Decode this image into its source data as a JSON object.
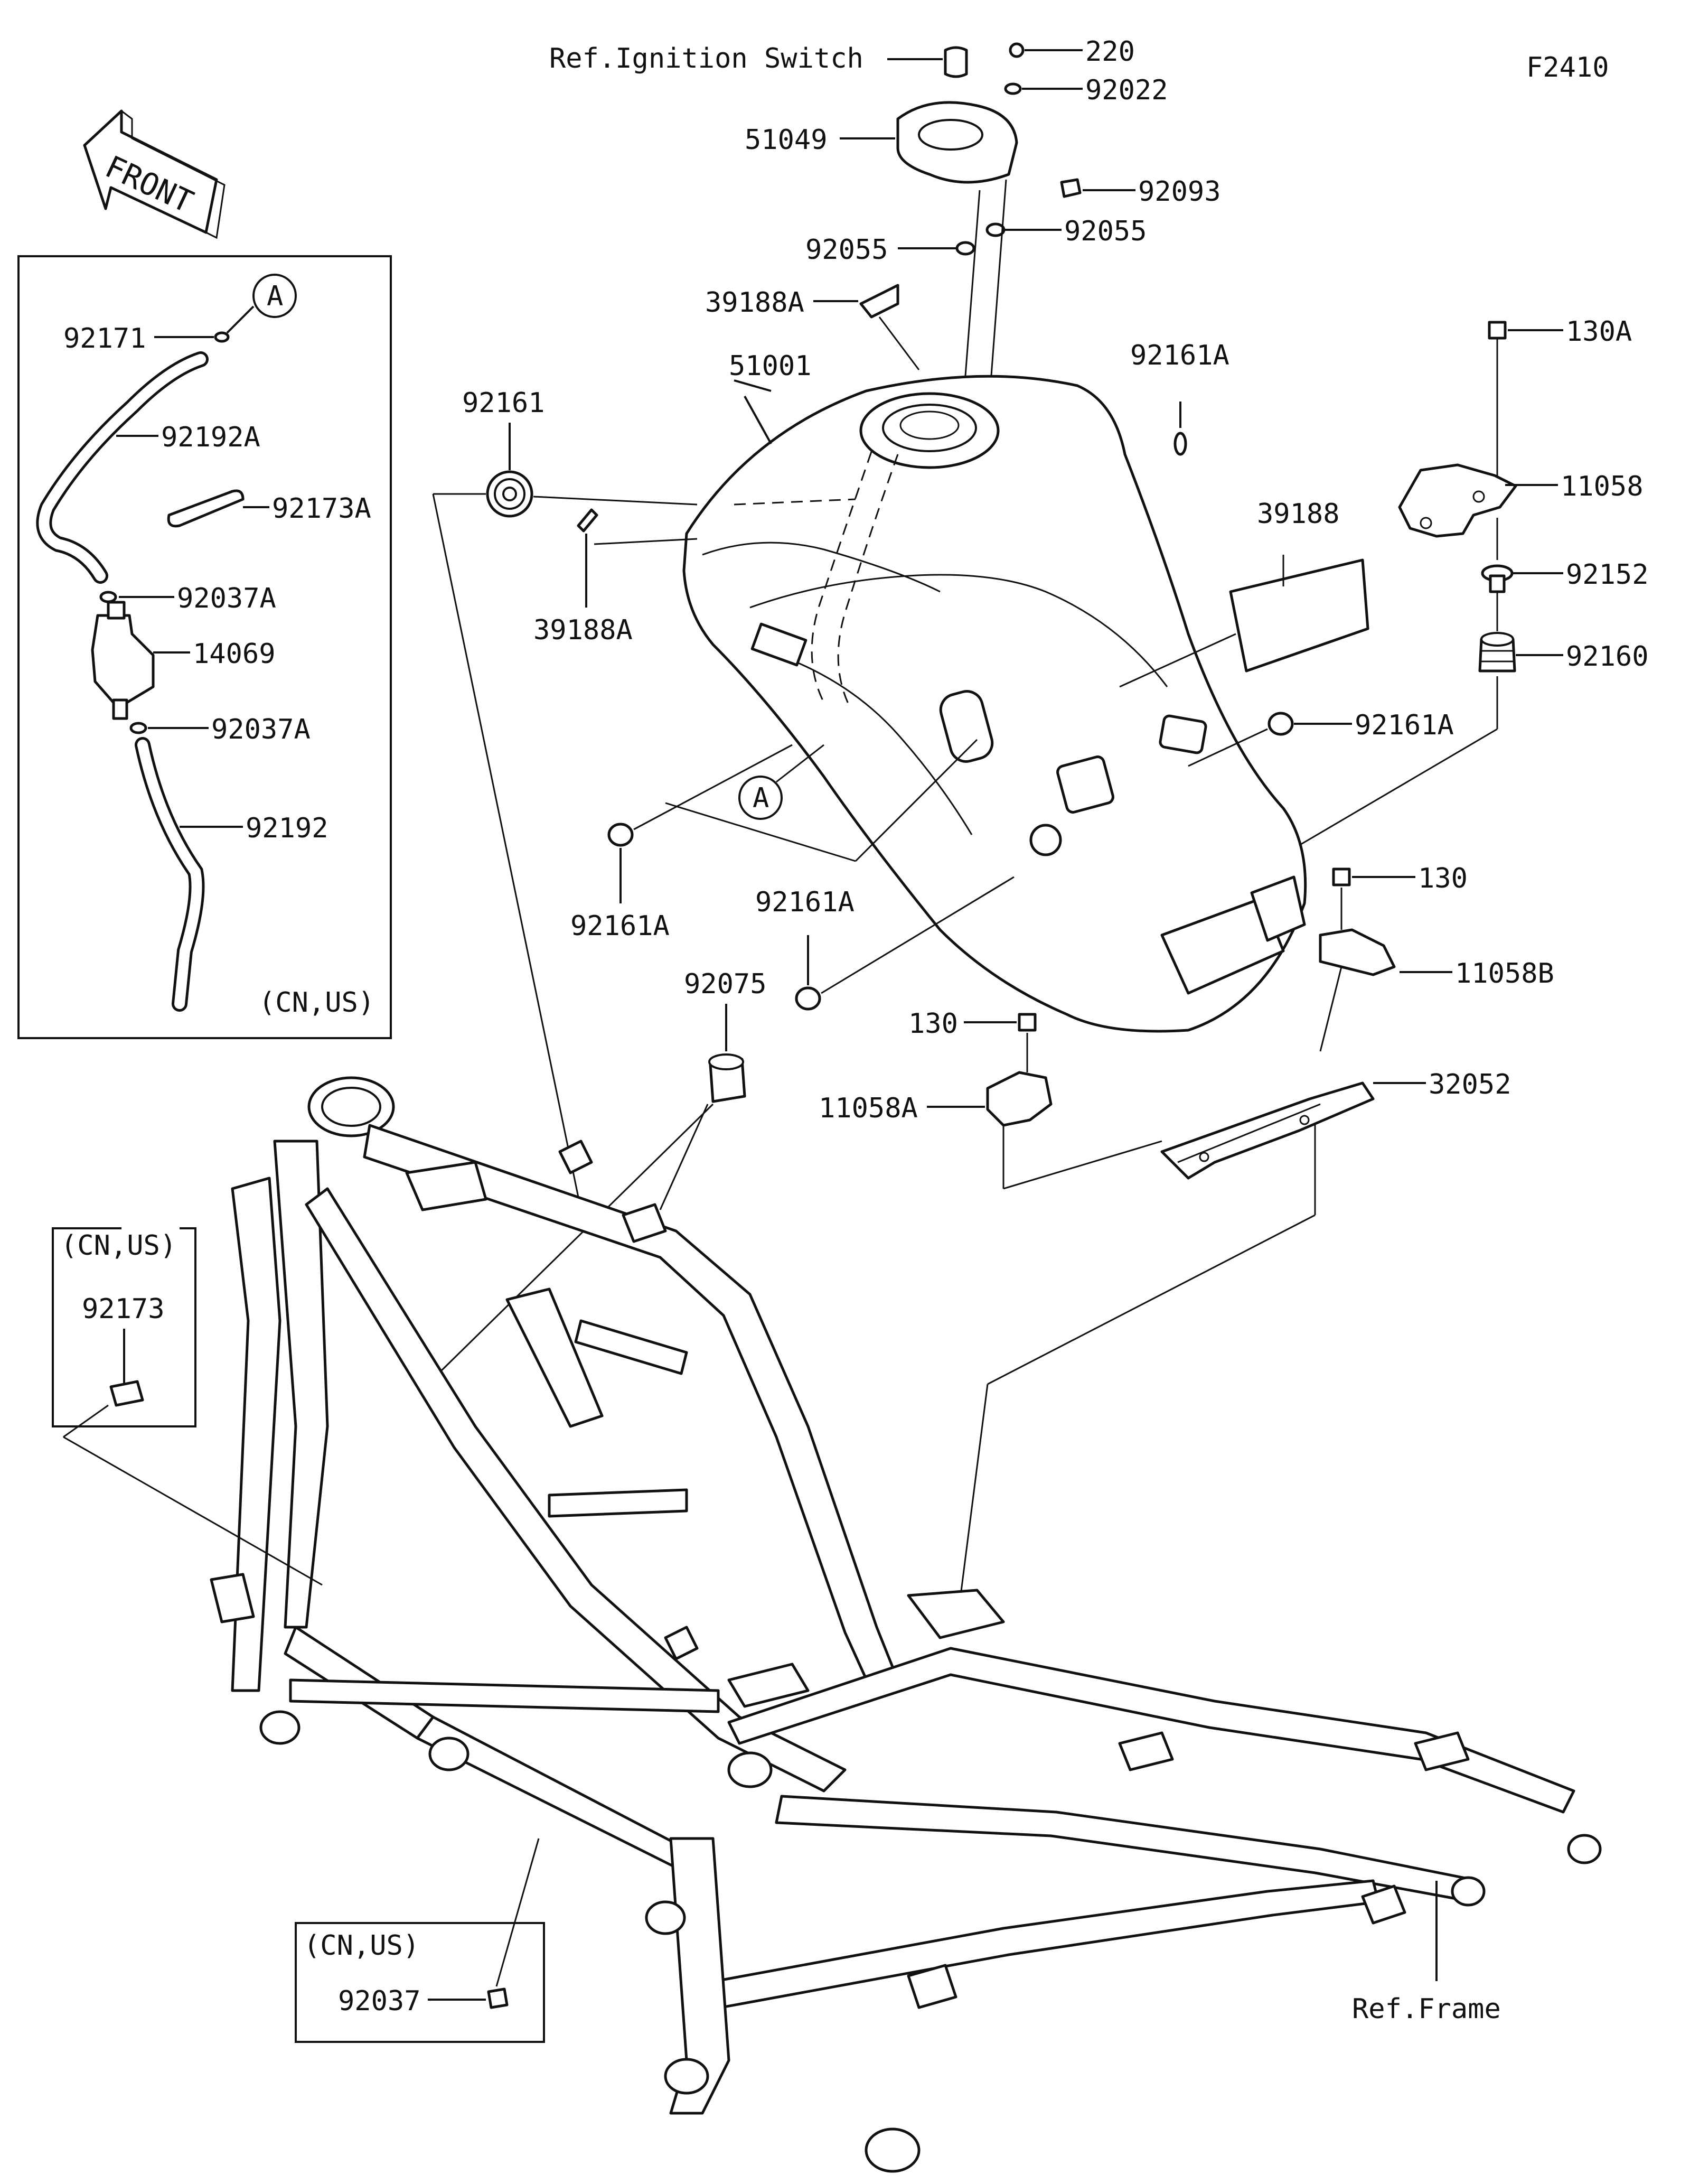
{
  "diagram_code": "F2410",
  "front_arrow": {
    "text": "FRONT",
    "icon": "front-arrow-icon"
  },
  "callout_marker": "A",
  "inset_box_fuel": {
    "region": "(CN,US)"
  },
  "inset_box_92173": {
    "region": "(CN,US)",
    "part": "92173"
  },
  "inset_box_92037": {
    "region": "(CN,US)",
    "part": "92037"
  },
  "labels": {
    "ref_ignition_switch": "Ref.Ignition Switch",
    "p220": "220",
    "p92022": "92022",
    "p51049": "51049",
    "p92093": "92093",
    "p92055_left": "92055",
    "p92055_right": "92055",
    "p39188A_top": "39188A",
    "p51001": "51001",
    "p92161A_top": "92161A",
    "p92161": "92161",
    "p39188A_left": "39188A",
    "p39188": "39188",
    "p92161A_right": "92161A",
    "p92161A_bottom_left": "92161A",
    "p92161A_bottom_mid": "92161A",
    "p92075": "92075",
    "p130A": "130A",
    "p11058": "11058",
    "p92152": "92152",
    "p92160": "92160",
    "p130_right": "130",
    "p11058B": "11058B",
    "p130_mid": "130",
    "p32052": "32052",
    "p11058A": "11058A",
    "p92171": "92171",
    "p92192A": "92192A",
    "p92173A": "92173A",
    "p92037A_top": "92037A",
    "p14069": "14069",
    "p92037A_bottom": "92037A",
    "p92192": "92192",
    "ref_frame": "Ref.Frame"
  }
}
